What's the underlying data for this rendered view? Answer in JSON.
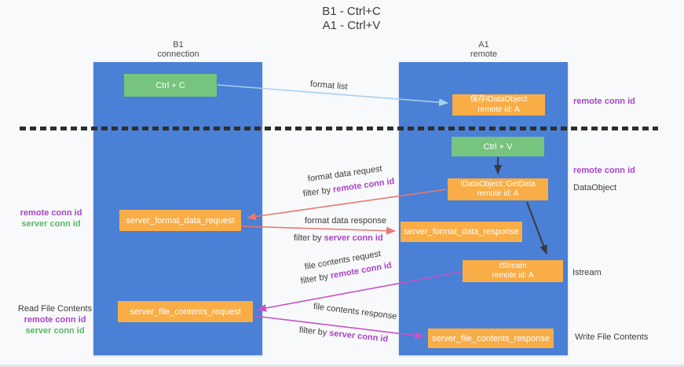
{
  "title": {
    "line1": "B1 - Ctrl+C",
    "line2": "A1 - Ctrl+V"
  },
  "lifelines": {
    "left": {
      "name": "B1",
      "role": "connection"
    },
    "right": {
      "name": "A1",
      "role": "remote"
    }
  },
  "boxes": {
    "ctrl_c": {
      "label": "Ctrl + C"
    },
    "ctrl_v": {
      "label": "Ctrl + V"
    },
    "save_dataobject": {
      "line1": "保存IDataObject",
      "line2": "remote id: A"
    },
    "getdata": {
      "line1": "IDataObject::GetData",
      "line2": "remote id: A"
    },
    "istream": {
      "line1": "IStream",
      "line2": "remote id: A"
    },
    "format_request": {
      "label": "server_format_data_request"
    },
    "format_response": {
      "label": "server_format_data_response"
    },
    "file_request": {
      "label": "server_file_contents_request"
    },
    "file_response": {
      "label": "server_file_contents_response"
    }
  },
  "flow_labels": {
    "format_list": "format list",
    "format_data_request": "format data request",
    "filter_remote_1": {
      "prefix": "filter by ",
      "id": "remote conn id"
    },
    "format_data_response": "format data response",
    "filter_server_1": {
      "prefix": "filter by ",
      "id": "server conn id"
    },
    "file_contents_request": "file contents request",
    "filter_remote_2": {
      "prefix": "filter by ",
      "id": "remote conn id"
    },
    "file_contents_response": "file contents response",
    "filter_server_2": {
      "prefix": "filter by ",
      "id": "server conn id"
    }
  },
  "margin_labels": {
    "left_remote_1": "remote conn id",
    "left_server_1": "server conn id",
    "read_file_contents": "Read File Contents",
    "left_remote_2": "remote conn id",
    "left_server_2": "server conn id",
    "right_remote_1": "remote conn id",
    "right_remote_2": "remote conn id",
    "dataobject": "DataObject",
    "istream": "Istream",
    "write_file_contents": "Write File Contents"
  },
  "colors": {
    "lifeline_blue": "#4a80d5",
    "box_orange": "#f9ad47",
    "box_green": "#76c47d",
    "purple_label": "#a944c9",
    "green_label": "#5bb564",
    "arrow_blue": "#a8d0f0",
    "arrow_salmon": "#e8786f",
    "arrow_magenta": "#c653c6",
    "arrow_black": "#3a3a3a"
  }
}
